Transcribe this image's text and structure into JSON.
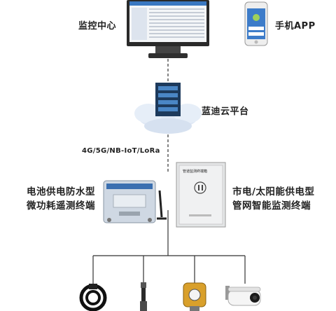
{
  "nodes": {
    "monitoring_center": "监控中心",
    "mobile_app": "手机APP",
    "cloud_platform": "蓝迪云平台",
    "network_protocols": "4G/5G/NB-IoT/LoRa",
    "battery_terminal": "电池供电防水型\n微功耗遥测终端",
    "mains_solar_terminal": "市电/太阳能供电型\n管网智能监测终端",
    "cabinet_title": "管道监测终端箱"
  },
  "icons": [
    "monitor-icon",
    "smartphone-icon",
    "server-cloud-icon",
    "rtu-box-icon",
    "antenna-icon",
    "cabinet-icon",
    "water-level-sensor-icon",
    "probe-sensor-icon",
    "gas-detector-icon",
    "camera-icon"
  ],
  "colors": {
    "line": "#333333",
    "cloud": "#dfe8f5",
    "monitor_frame": "#2a2a2a",
    "server": "#1d3a5c"
  }
}
